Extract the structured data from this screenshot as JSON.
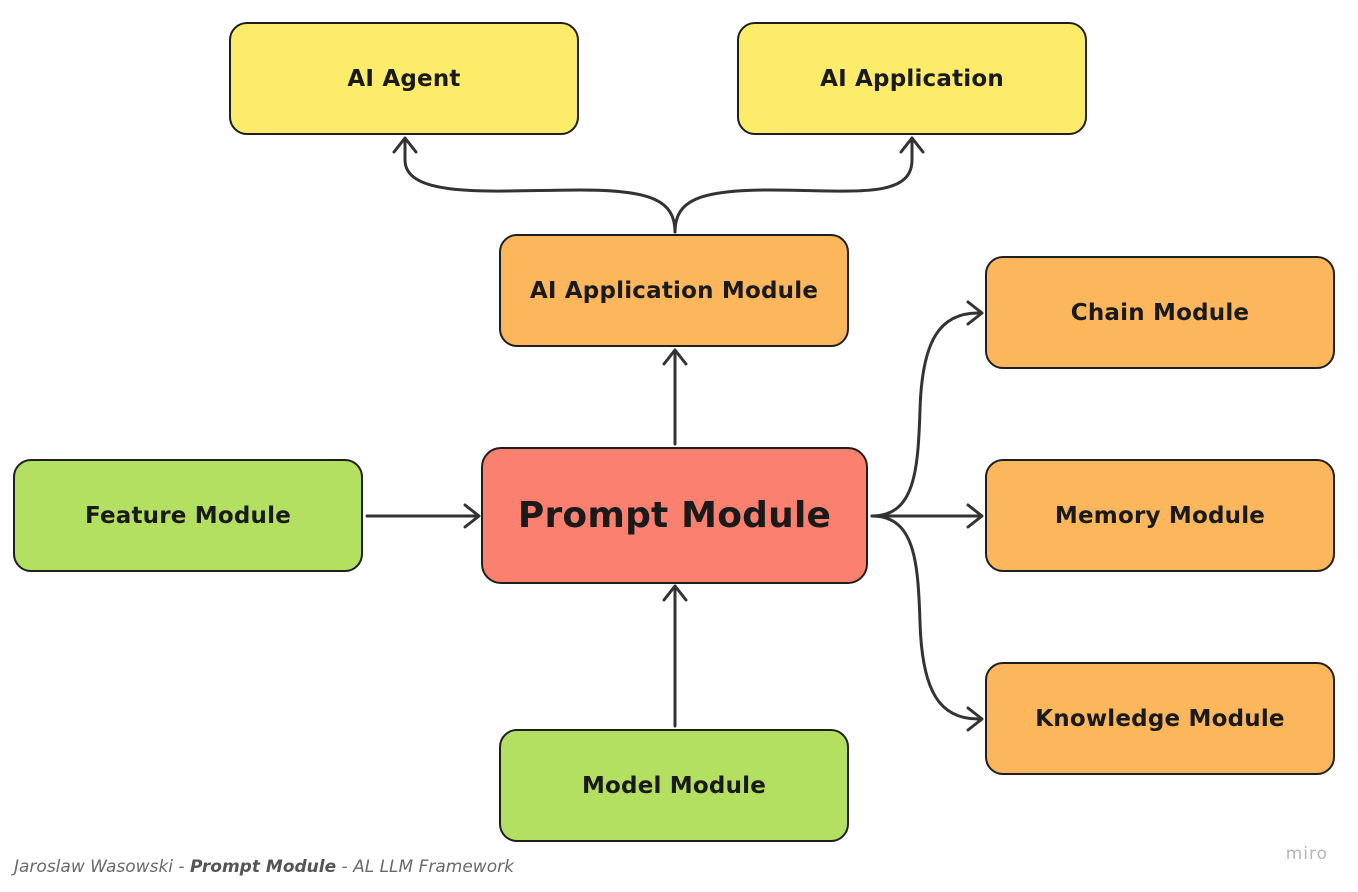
{
  "colors": {
    "yellow": "#fdeb6a",
    "orange": "#fcb65c",
    "red": "#fc8070",
    "green": "#b3e060",
    "stroke": "#333333",
    "border": "#1f1f1f"
  },
  "nodes": {
    "ai_agent": {
      "label": "AI Agent",
      "color": "#fdeb6a"
    },
    "ai_application": {
      "label": "AI Application",
      "color": "#fdeb6a"
    },
    "ai_application_module": {
      "label": "AI Application Module",
      "color": "#fcb65c"
    },
    "chain_module": {
      "label": "Chain Module",
      "color": "#fcb65c"
    },
    "memory_module": {
      "label": "Memory Module",
      "color": "#fcb65c"
    },
    "knowledge_module": {
      "label": "Knowledge Module",
      "color": "#fcb65c"
    },
    "prompt_module": {
      "label": "Prompt Module",
      "color": "#fc8070"
    },
    "feature_module": {
      "label": "Feature Module",
      "color": "#b3e060"
    },
    "model_module": {
      "label": "Model Module",
      "color": "#b3e060"
    }
  },
  "edges": [
    {
      "from": "ai_application_module",
      "to": "ai_agent"
    },
    {
      "from": "ai_application_module",
      "to": "ai_application"
    },
    {
      "from": "prompt_module",
      "to": "ai_application_module"
    },
    {
      "from": "feature_module",
      "to": "prompt_module"
    },
    {
      "from": "model_module",
      "to": "prompt_module"
    },
    {
      "from": "prompt_module",
      "to": "chain_module"
    },
    {
      "from": "prompt_module",
      "to": "memory_module"
    },
    {
      "from": "prompt_module",
      "to": "knowledge_module"
    }
  ],
  "footer": {
    "author": "Jaroslaw Wasowski",
    "separator1": " - ",
    "title": "Prompt Module",
    "separator2": " - ",
    "subtitle": "AL LLM Framework"
  },
  "brand": "miro"
}
